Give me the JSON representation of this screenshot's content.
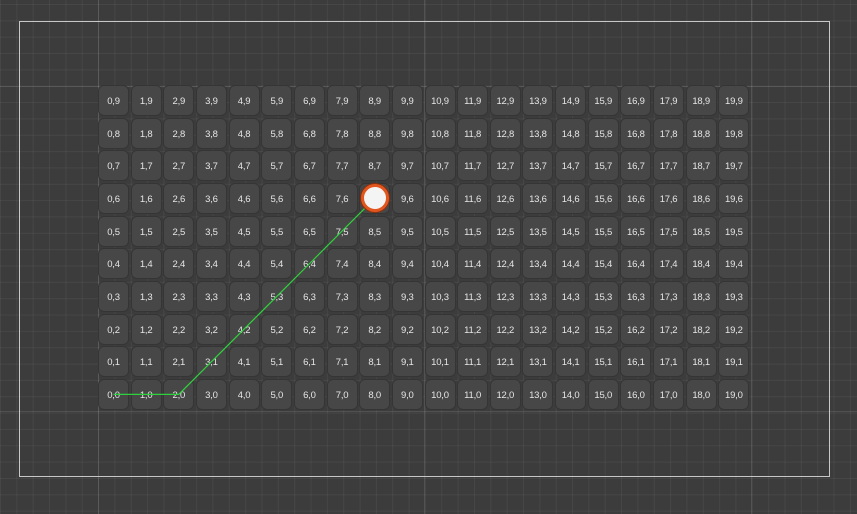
{
  "board": {
    "columns": 20,
    "rows": 10,
    "cell_label_format": "x,y",
    "colors": {
      "background": "#3c3c3c",
      "tile": "#474747",
      "tile_text": "#e6e6e6",
      "path": "#2fd23c",
      "player_fill": "#f4f4f4",
      "player_ring": "#e1561e",
      "frame": "#c8c8c8"
    }
  },
  "path": [
    [
      0,
      0
    ],
    [
      1,
      0
    ],
    [
      2,
      0
    ],
    [
      3,
      1
    ],
    [
      4,
      2
    ],
    [
      5,
      3
    ],
    [
      6,
      4
    ],
    [
      7,
      5
    ],
    [
      8,
      6
    ]
  ],
  "player": {
    "cell": [
      8,
      6
    ],
    "icon": "circle-token"
  }
}
